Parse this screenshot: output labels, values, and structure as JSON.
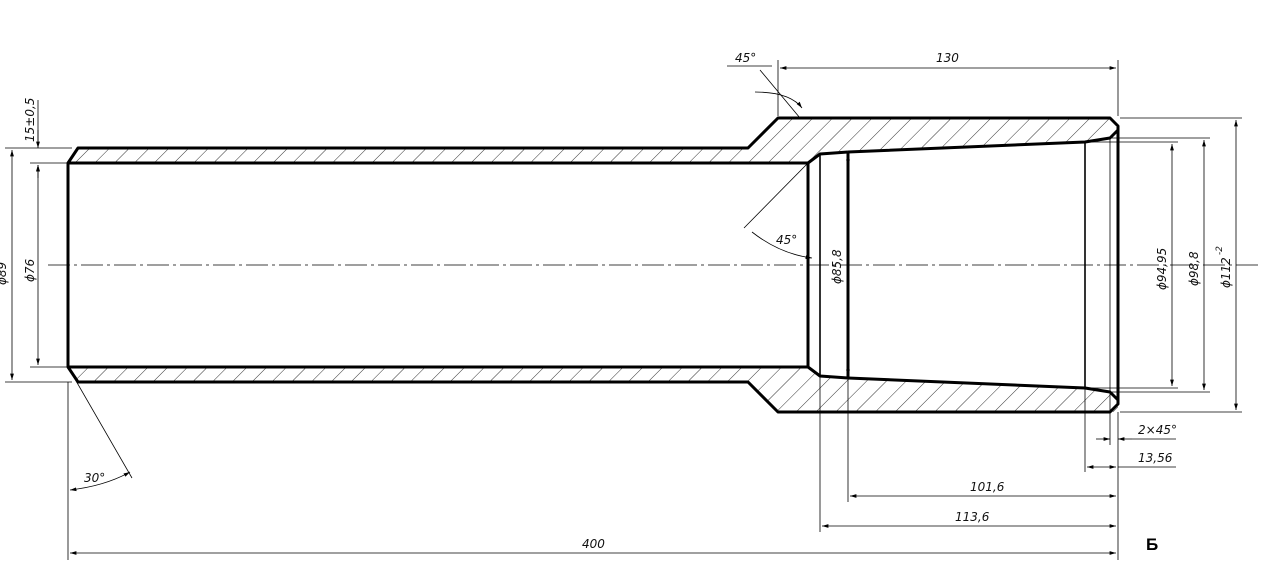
{
  "drawing": {
    "dimensions": {
      "d_inner_left": "ϕ76",
      "d_outer_left": "ϕ89",
      "wall_tol": "15±0,5",
      "chamfer_30": "30°",
      "chamfer_45_top": "45°",
      "chamfer_45_inner": "45°",
      "d_bore": "ϕ85,8",
      "d_9495": "ϕ94,95",
      "d_988": "ϕ98,8",
      "d_112": "ϕ112",
      "d_112_tol": "-2",
      "len_130": "130",
      "len_1016": "101,6",
      "len_1136": "113,6",
      "len_400": "400",
      "chamfer_2x45": "2×45°",
      "len_1356": "13,56"
    },
    "view_label": "Б"
  }
}
